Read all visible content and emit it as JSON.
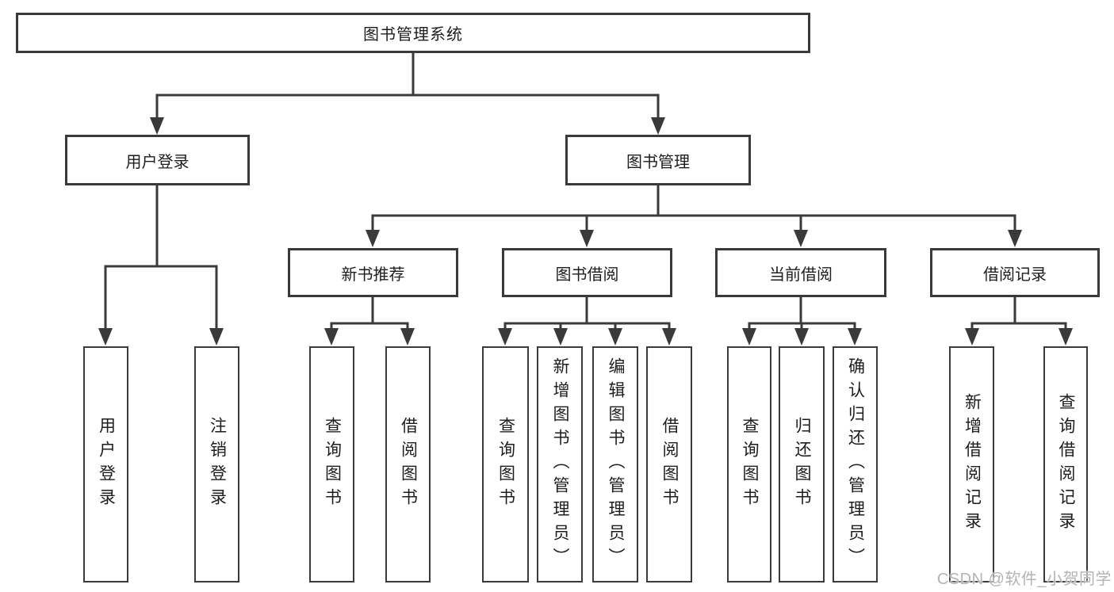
{
  "diagram": {
    "root": {
      "label": "图书管理系统",
      "children": [
        {
          "label": "用户登录",
          "children": [
            {
              "label": "用户登录"
            },
            {
              "label": "注销登录"
            }
          ]
        },
        {
          "label": "图书管理",
          "children": [
            {
              "label": "新书推荐",
              "children": [
                {
                  "label": "查询图书"
                },
                {
                  "label": "借阅图书"
                }
              ]
            },
            {
              "label": "图书借阅",
              "children": [
                {
                  "label": "查询图书"
                },
                {
                  "label": "新增图书（管理员）"
                },
                {
                  "label": "编辑图书（管理员）"
                },
                {
                  "label": "借阅图书"
                }
              ]
            },
            {
              "label": "当前借阅",
              "children": [
                {
                  "label": "查询图书"
                },
                {
                  "label": "归还图书"
                },
                {
                  "label": "确认归还（管理员）"
                }
              ]
            },
            {
              "label": "借阅记录",
              "children": [
                {
                  "label": "新增借阅记录"
                },
                {
                  "label": "查询借阅记录"
                }
              ]
            }
          ]
        }
      ]
    },
    "watermark": "CSDN @软件_小贺同学",
    "colors": {
      "line": "#3a3a3a",
      "text": "#1d1d1d",
      "watermark": "#b3b3b3",
      "background": "#ffffff"
    }
  }
}
